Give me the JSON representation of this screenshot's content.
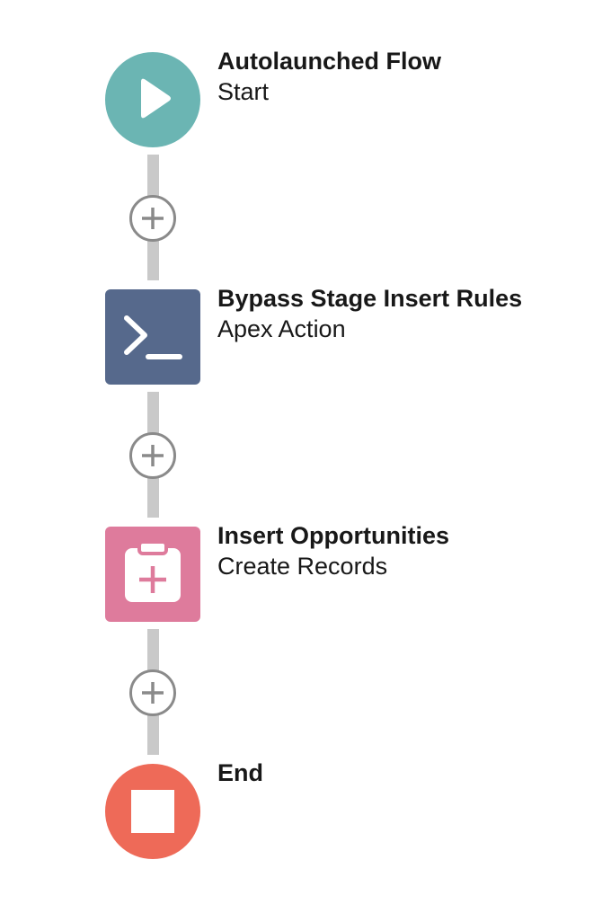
{
  "colors": {
    "start": "#6bb5b3",
    "apex": "#56698c",
    "create": "#de7b9c",
    "end": "#ee6a58",
    "connector": "#c9c9c9",
    "add_button": "#8a8a8a"
  },
  "nodes": [
    {
      "title": "Autolaunched Flow",
      "subtitle": "Start",
      "icon": "play-icon"
    },
    {
      "title": "Bypass Stage Insert Rules",
      "subtitle": "Apex Action",
      "icon": "terminal-prompt-icon"
    },
    {
      "title": "Insert Opportunities",
      "subtitle": "Create Records",
      "icon": "clipboard-plus-icon"
    },
    {
      "title": "End",
      "subtitle": "",
      "icon": "stop-square-icon"
    }
  ],
  "add_buttons": [
    {
      "icon": "plus-icon"
    },
    {
      "icon": "plus-icon"
    },
    {
      "icon": "plus-icon"
    }
  ]
}
